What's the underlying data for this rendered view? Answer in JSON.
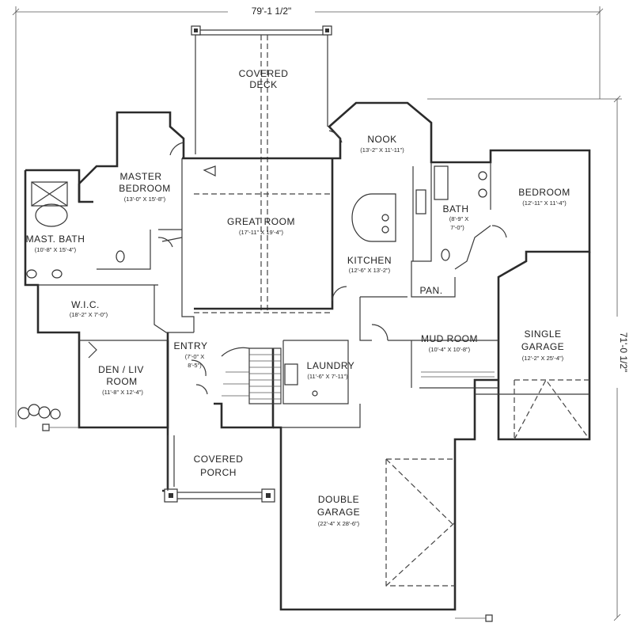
{
  "dimensions": {
    "overall_width": "79'-1 1/2\"",
    "overall_depth": "71'-0 1/2\""
  },
  "rooms": {
    "covered_deck": {
      "line1": "COVERED",
      "line2": "DECK"
    },
    "nook": {
      "name": "NOOK",
      "size": "(13'-2\" X 11'-11\")"
    },
    "master_bedroom": {
      "line1": "MASTER",
      "line2": "BEDROOM",
      "size": "(13'-0\" X 15'-8\")"
    },
    "great_room": {
      "name": "GREAT ROOM",
      "size": "(17'-11\" X 19'-4\")"
    },
    "bedroom": {
      "name": "BEDROOM",
      "size": "(12'-11\" X 11'-4\")"
    },
    "bath": {
      "name": "BATH",
      "size1": "(8'-9\" X",
      "size2": "7'-0\")"
    },
    "mast_bath": {
      "name": "MAST. BATH",
      "size": "(10'-8\" X 15'-4\")"
    },
    "kitchen": {
      "name": "KITCHEN",
      "size": "(12'-6\" X 13'-2\")"
    },
    "pan": {
      "name": "PAN."
    },
    "wic": {
      "name": "W.I.C.",
      "size": "(18'-2\" X 7'-0\")"
    },
    "mud_room": {
      "name": "MUD ROOM",
      "size": "(10'-4\" X 10'-8\")"
    },
    "single_garage": {
      "line1": "SINGLE",
      "line2": "GARAGE",
      "size": "(12'-2\" X 25'-4\")"
    },
    "entry": {
      "name": "ENTRY",
      "size1": "(7'-0\" X",
      "size2": "8'-5\")"
    },
    "laundry": {
      "name": "LAUNDRY",
      "size": "(11'-6\" X 7'-11\")"
    },
    "den": {
      "line1": "DEN / LIV",
      "line2": "ROOM",
      "size": "(11'-8\" X 12'-4\")"
    },
    "covered_porch": {
      "line1": "COVERED",
      "line2": "PORCH"
    },
    "double_garage": {
      "line1": "DOUBLE",
      "line2": "GARAGE",
      "size": "(22'-4\" X 28'-6\")"
    }
  }
}
